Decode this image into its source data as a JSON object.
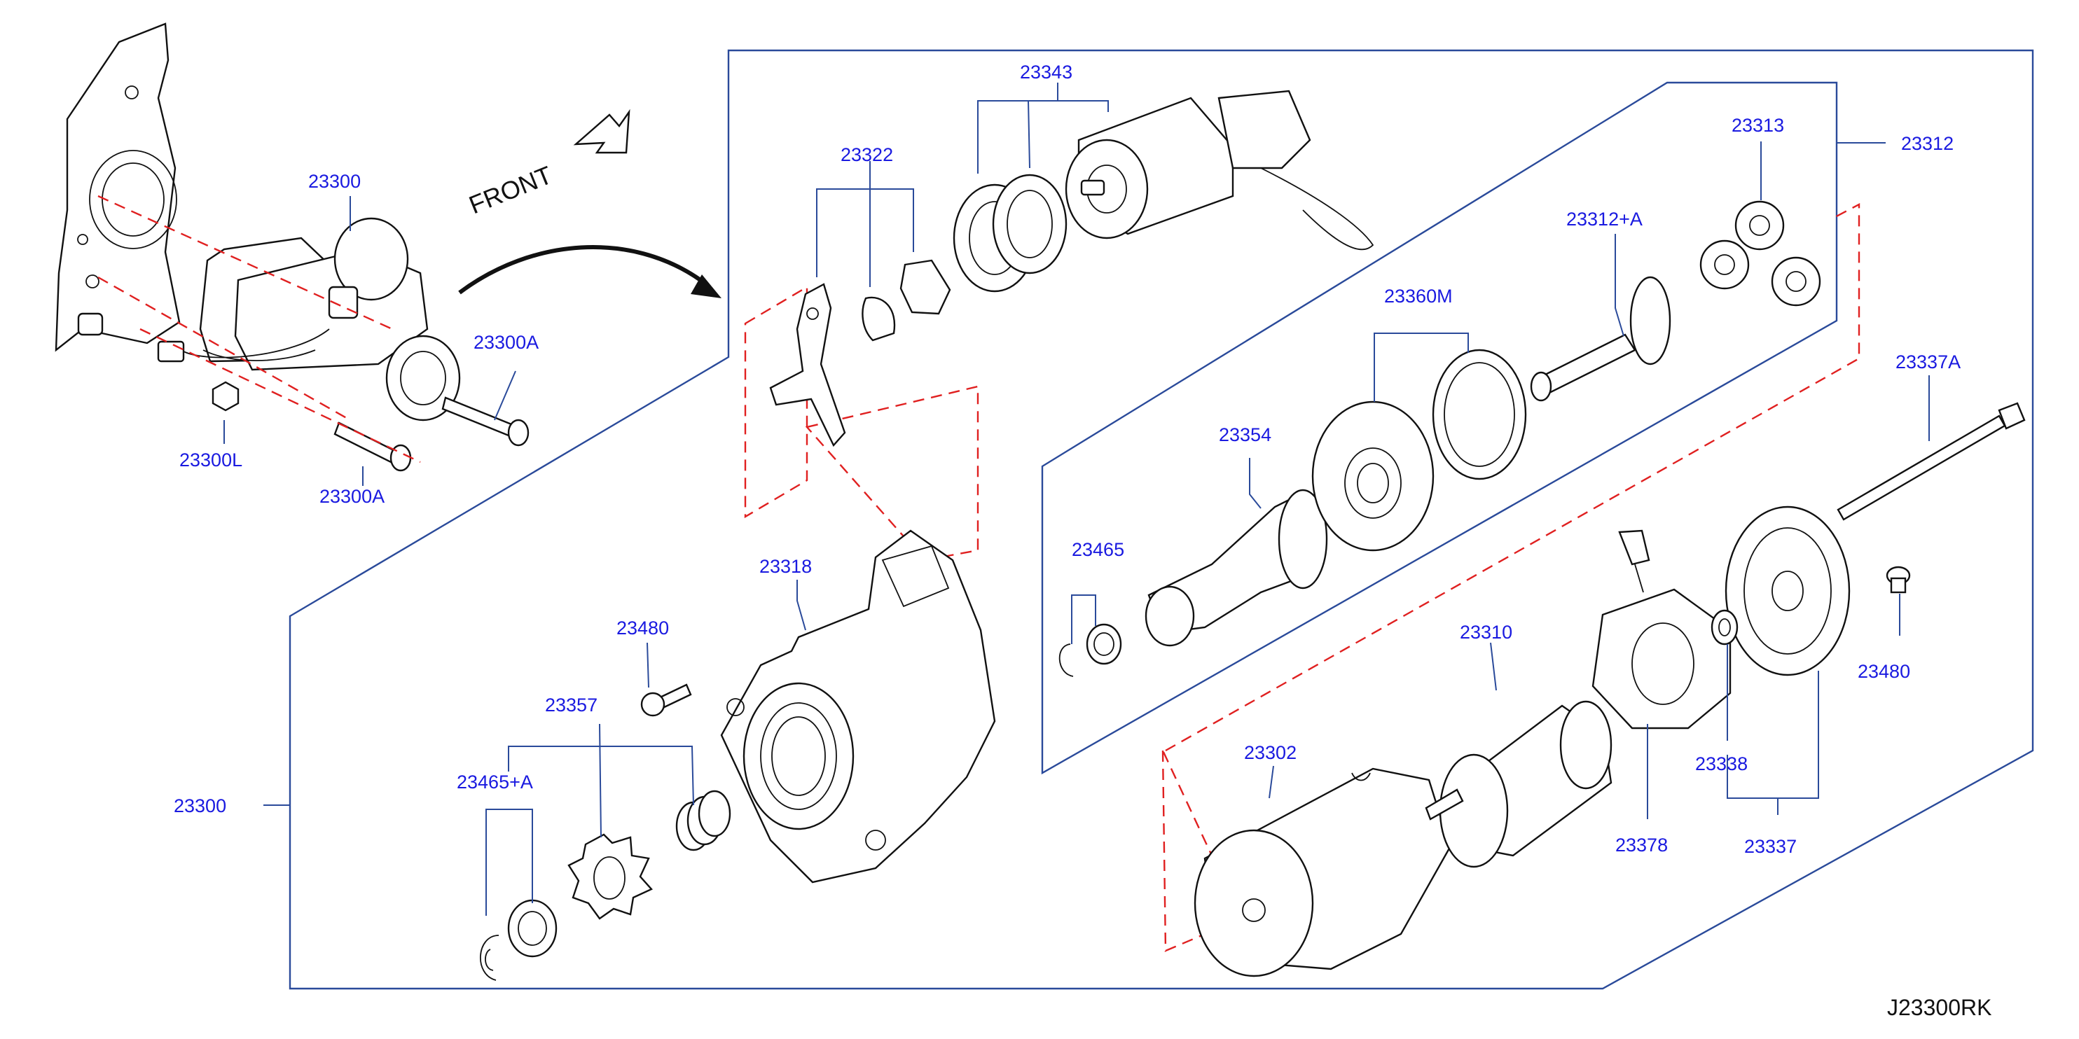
{
  "diagram": {
    "front_label": "FRONT",
    "diagram_code": "J23300RK",
    "labels": {
      "p23300_top": "23300",
      "p23300A_right": "23300A",
      "p23300L": "23300L",
      "p23300A_bottom": "23300A",
      "p23343": "23343",
      "p23322": "23322",
      "p23318": "23318",
      "p23480_left": "23480",
      "p23357": "23357",
      "p23465A": "23465+A",
      "p23300_side": "23300",
      "p23313": "23313",
      "p23312": "23312",
      "p23312A": "23312+A",
      "p23360M": "23360M",
      "p23354": "23354",
      "p23465": "23465",
      "p23337A": "23337A",
      "p23310": "23310",
      "p23302": "23302",
      "p23480_right": "23480",
      "p23338": "23338",
      "p23378": "23378",
      "p23337": "23337"
    }
  }
}
